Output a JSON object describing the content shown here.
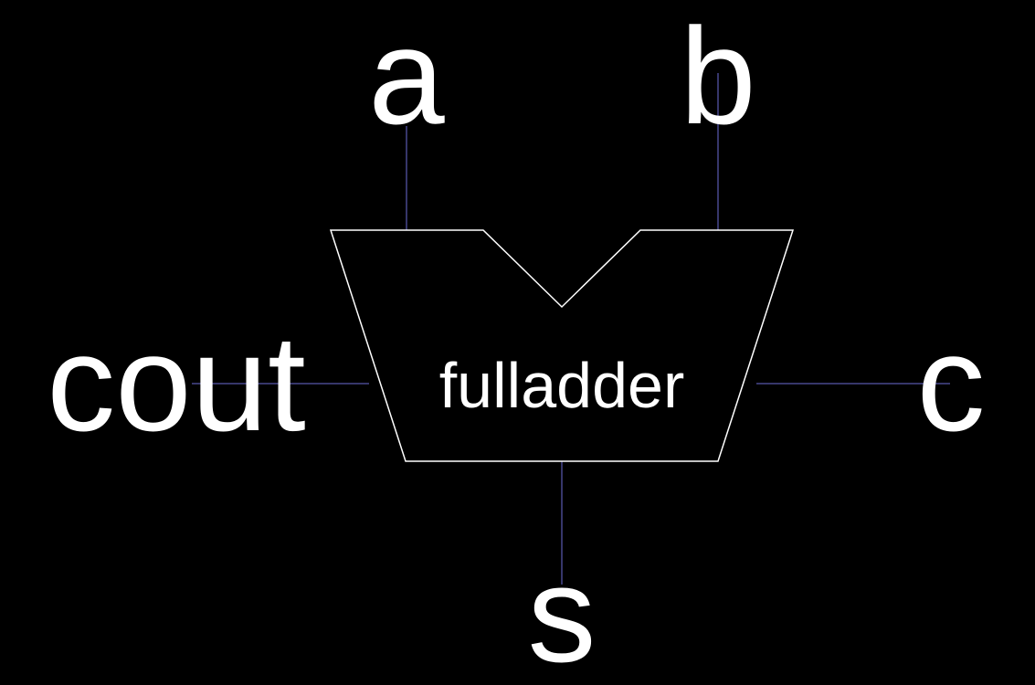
{
  "diagram": {
    "block": {
      "name": "fulladder"
    },
    "ports": {
      "a": "a",
      "b": "b",
      "c": "c",
      "cout": "cout",
      "s": "s"
    }
  },
  "colors": {
    "background": "#000000",
    "outline": "#ffffff",
    "wire": "#6b6bd6",
    "text": "#ffffff"
  }
}
